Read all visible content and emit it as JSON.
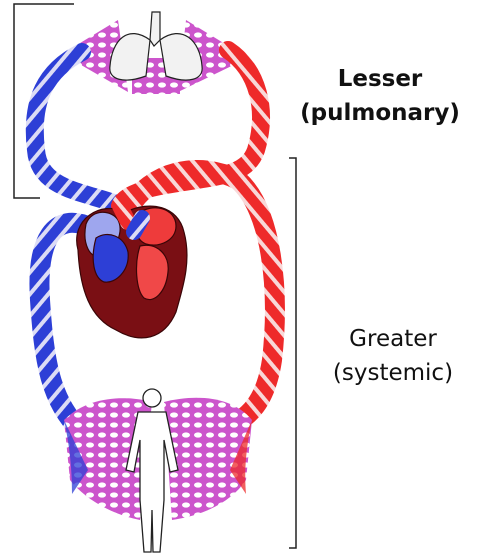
{
  "labels": {
    "pulmonary": {
      "line1": "Lesser",
      "line2": "(pulmonary)"
    },
    "systemic": {
      "line1": "Greater",
      "line2": "(systemic)"
    }
  },
  "colors": {
    "oxygenated": "#ee2a2a",
    "deoxygenated": "#2d3fd6",
    "capillary": "#cc55cc",
    "heart_dark": "#7a0f14",
    "bracket": "#222222"
  },
  "icons": {
    "lungs": "lungs-icon",
    "heart": "heart-icon",
    "body": "human-body-icon"
  }
}
